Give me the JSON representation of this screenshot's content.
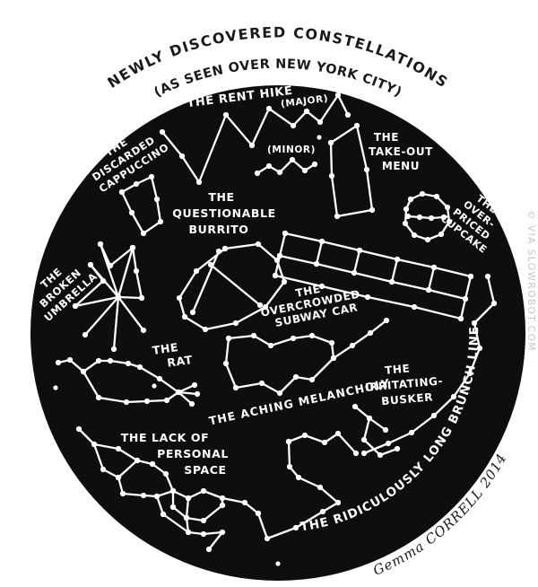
{
  "title": {
    "line1": "NEWLY DISCOVERED CONSTELLATIONS",
    "line2": "(AS SEEN OVER NEW YORK CITY)"
  },
  "colors": {
    "background": "#ffffff",
    "sky": "#0e0e0e",
    "stars": "#ffffff",
    "title_text": "#1a1a1a",
    "signature_text": "#1a1a1a",
    "watermark_text": "#c5c5c5"
  },
  "constellations": {
    "rent_hike": {
      "label": "THE RENT HIKE",
      "major": "(MAJOR)",
      "minor": "(MINOR)"
    },
    "discarded_cappuccino": {
      "lines": [
        "THE",
        "DISCARDED",
        "CAPPUCCINO"
      ]
    },
    "take_out_menu": {
      "lines": [
        "THE",
        "TAKE-OUT",
        "MENU"
      ]
    },
    "questionable_burrito": {
      "lines": [
        "THE",
        "QUESTIONABLE",
        "BURRITO"
      ]
    },
    "over_priced_cupcake": {
      "lines": [
        "THE",
        "OVER-",
        "PRICED",
        "CUPCAKE"
      ]
    },
    "broken_umbrella": {
      "lines": [
        "THE",
        "BROKEN",
        "UMBRELLA"
      ]
    },
    "overcrowded_subway_car": {
      "lines": [
        "THE",
        "OVERCROWDED",
        "SUBWAY CAR"
      ]
    },
    "rat": {
      "lines": [
        "THE",
        "RAT"
      ]
    },
    "aching_melancholy": {
      "label": "THE ACHING MELANCHOLY"
    },
    "irritating_busker": {
      "lines": [
        "THE",
        "IRRITATING-",
        "BUSKER"
      ]
    },
    "lack_of_personal_space": {
      "lines": [
        "THE LACK OF",
        "PERSONAL",
        "SPACE"
      ]
    },
    "ridiculously_long_brunch_line": {
      "label": "THE RIDICULOUSLY LONG BRUNCH LINE"
    }
  },
  "credits": {
    "signature": "Gemma CORRELL 2014",
    "watermark": "© VIA SLOWROBOT.COM"
  }
}
